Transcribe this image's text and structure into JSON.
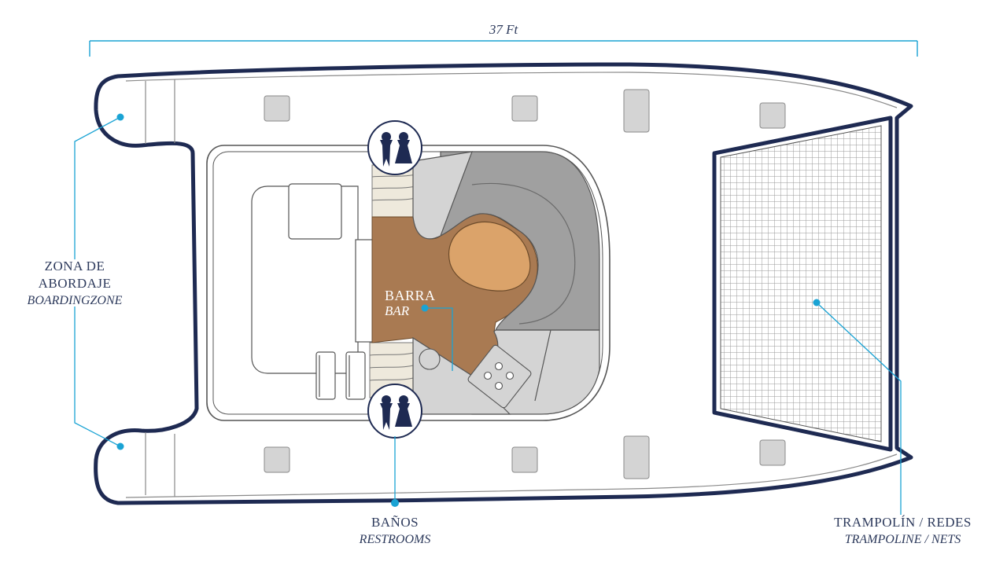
{
  "dimension": {
    "length_label": "37 Ft"
  },
  "labels": {
    "boarding": {
      "es_line1": "ZONA DE",
      "es_line2": "ABORDAJE",
      "en": "BOARDINGZONE"
    },
    "bar": {
      "es": "BARRA",
      "en": "BAR"
    },
    "restrooms": {
      "es": "BAÑOS",
      "en": "RESTROOMS"
    },
    "trampoline": {
      "es": "TRAMPOLÍN / REDES",
      "en": "TRAMPOLINE / NETS"
    }
  },
  "icons": [
    "restroom-icon",
    "restroom-icon"
  ],
  "colors": {
    "hull_outline": "#1e2a52",
    "accent_cyan": "#1aa3d4",
    "bar_wood": "#a97a52",
    "bar_table": "#dba36a",
    "seating_gray": "#a0a0a0",
    "light_gray": "#d4d4d4",
    "deck_cream": "#eee9dc",
    "text": "#2d3a5c"
  }
}
